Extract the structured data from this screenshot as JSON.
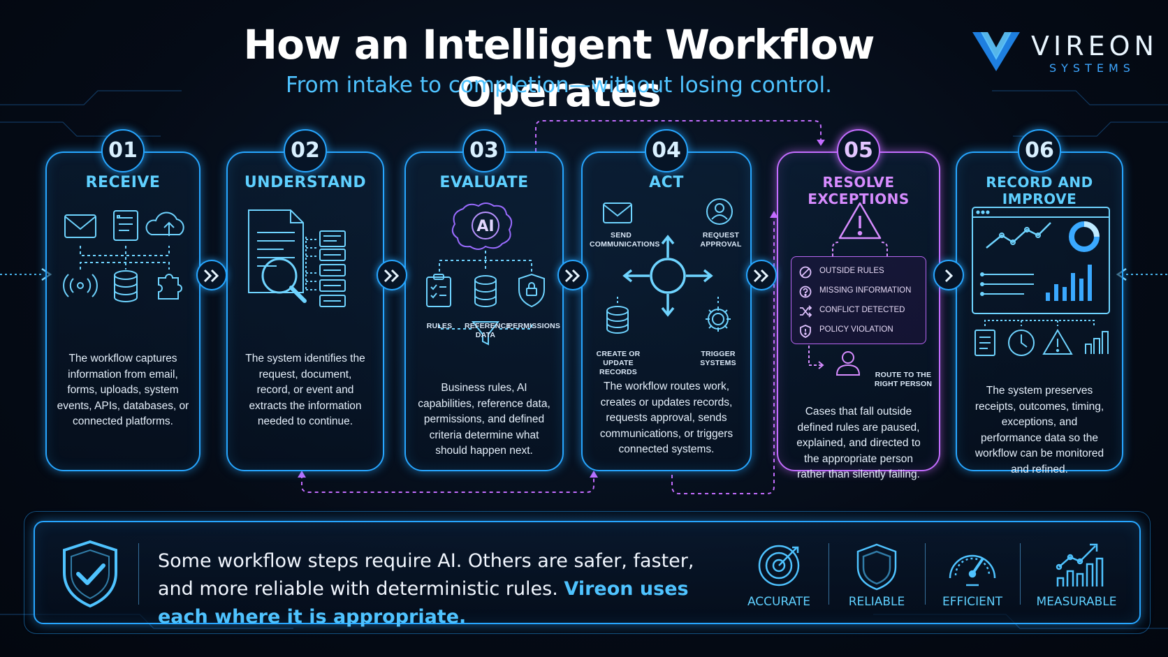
{
  "header": {
    "title": "How an Intelligent Workflow Operates",
    "subtitle": "From intake to completion—without losing control."
  },
  "brand": {
    "name": "VIREON",
    "sub": "SYSTEMS"
  },
  "steps": [
    {
      "num": "01",
      "title": "RECEIVE",
      "desc": "The workflow captures information from email, forms, uploads, system events, APIs, databases, or connected platforms."
    },
    {
      "num": "02",
      "title": "UNDERSTAND",
      "desc": "The system identifies the request, document, record, or event and extracts the information needed to continue."
    },
    {
      "num": "03",
      "title": "EVALUATE",
      "desc": "Business rules, AI capabilities, reference data, permissions, and defined criteria determine what should happen next.",
      "ai": "AI",
      "labels": [
        "RULES",
        "REFERENCE DATA",
        "PERMISSIONS"
      ]
    },
    {
      "num": "04",
      "title": "ACT",
      "desc": "The workflow routes work, creates or updates records, requests approval, sends communications, or triggers connected systems.",
      "labels": [
        "SEND COMMUNICATIONS",
        "REQUEST APPROVAL",
        "CREATE OR UPDATE RECORDS",
        "TRIGGER SYSTEMS"
      ]
    },
    {
      "num": "05",
      "title": "RESOLVE EXCEPTIONS",
      "desc": "Cases that fall outside defined rules are paused, explained, and directed to the appropriate person rather than silently failing.",
      "exceptions": [
        "OUTSIDE RULES",
        "MISSING INFORMATION",
        "CONFLICT DETECTED",
        "POLICY VIOLATION"
      ],
      "route": "ROUTE TO THE RIGHT PERSON"
    },
    {
      "num": "06",
      "title": "RECORD AND IMPROVE",
      "desc": "The system preserves receipts, outcomes, timing, exceptions, and performance data so the workflow can be monitored and refined."
    }
  ],
  "footer": {
    "message_plain": "Some workflow steps require AI. Others are safer, faster, and more reliable with deterministic rules.",
    "message_highlight": "Vireon uses each where it is appropriate.",
    "attributes": [
      {
        "label": "ACCURATE",
        "icon": "target-icon"
      },
      {
        "label": "RELIABLE",
        "icon": "shield-icon"
      },
      {
        "label": "EFFICIENT",
        "icon": "gauge-icon"
      },
      {
        "label": "MEASURABLE",
        "icon": "growth-chart-icon"
      }
    ]
  },
  "colors": {
    "accent": "#27a6ff",
    "exception": "#c46dff",
    "background": "#050b16"
  }
}
